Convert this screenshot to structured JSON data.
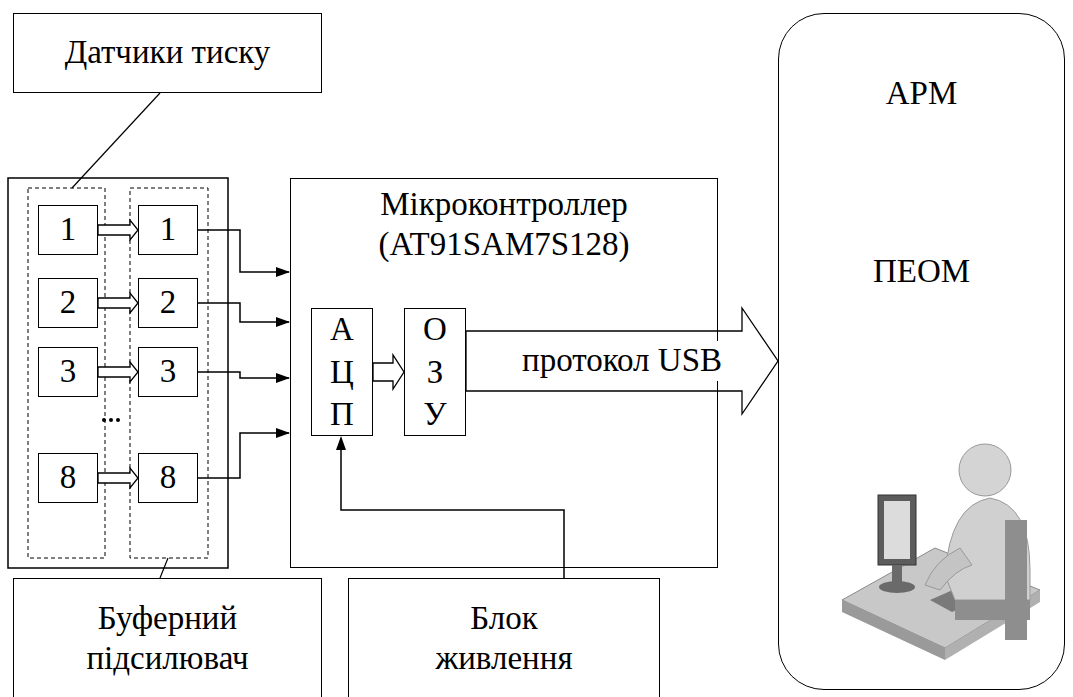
{
  "diagram": {
    "nodes": [
      {
        "text": [
          "Датчики тиску"
        ]
      },
      {
        "text": [
          "1"
        ]
      },
      {
        "text": [
          "1"
        ]
      },
      {
        "text": [
          "2"
        ]
      },
      {
        "text": [
          "2"
        ]
      },
      {
        "text": [
          "3"
        ]
      },
      {
        "text": [
          "3"
        ]
      },
      {
        "text": [
          "8"
        ]
      },
      {
        "text": [
          "8"
        ]
      },
      {
        "text": [
          "Мікроконтроллер (AT91SAM7S128)"
        ]
      },
      {
        "text": [
          "А Ц П"
        ],
        "in": 9
      },
      {
        "text": [
          "О З У"
        ],
        "in": 9
      },
      {
        "text": [
          "АРМ",
          "ПЕОМ"
        ]
      },
      {
        "text": [
          "Буферний підсилювач"
        ]
      },
      {
        "text": [
          "Блок живлення"
        ]
      }
    ],
    "edges": [
      {
        "from": 1,
        "to": 2,
        "arrow": "to"
      },
      {
        "from": 3,
        "to": 4,
        "arrow": "to"
      },
      {
        "from": 5,
        "to": 6,
        "arrow": "to"
      },
      {
        "from": 7,
        "to": 8,
        "arrow": "to"
      },
      {
        "from": 2,
        "to": 9,
        "arrow": "to"
      },
      {
        "from": 4,
        "to": 9,
        "arrow": "to"
      },
      {
        "from": 6,
        "to": 9,
        "arrow": "to"
      },
      {
        "from": 8,
        "to": 9,
        "arrow": "to"
      },
      {
        "from": 10,
        "to": 11,
        "arrow": "to"
      },
      {
        "from": 11,
        "to": 12,
        "label": "протокол USB",
        "arrow": "to"
      },
      {
        "from": 14,
        "to": 10,
        "arrow": "to"
      }
    ]
  }
}
